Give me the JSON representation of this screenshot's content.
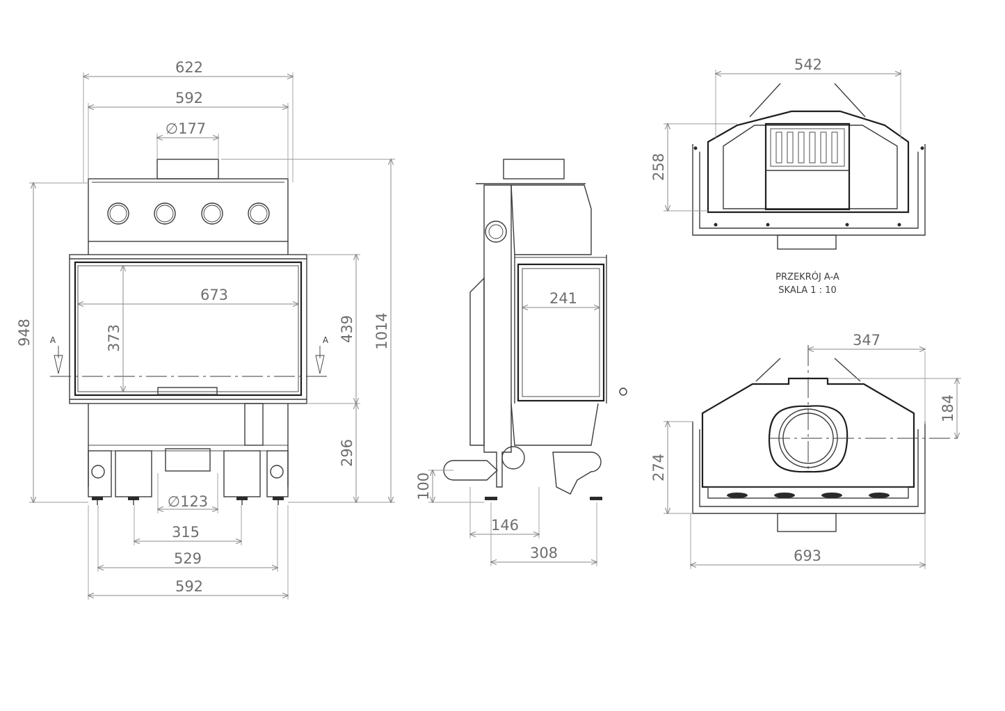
{
  "front_view": {
    "dimensions": {
      "overall_width": "622",
      "body_width": "592",
      "flue_diameter": "∅177",
      "glass_width": "673",
      "glass_height": "373",
      "door_height": "439",
      "height_to_top": "948",
      "overall_height": "1014",
      "base_height": "296",
      "air_inlet_diameter": "∅123",
      "leg_spacing_inner": "315",
      "leg_spacing_outer": "529",
      "base_width": "592"
    },
    "section_markers": {
      "left": "A",
      "right": "A"
    }
  },
  "side_view": {
    "dimensions": {
      "door_depth": "241",
      "inlet_height": "100",
      "inlet_offset": "146",
      "depth": "308"
    }
  },
  "section_view": {
    "dimensions": {
      "width": "542",
      "height": "258"
    },
    "caption_line1": "PRZEKRÓJ A-A",
    "caption_line2": "SKALA 1 : 10"
  },
  "top_view": {
    "dimensions": {
      "flue_offset": "347",
      "flue_center_depth": "184",
      "depth": "274",
      "width": "693"
    }
  }
}
